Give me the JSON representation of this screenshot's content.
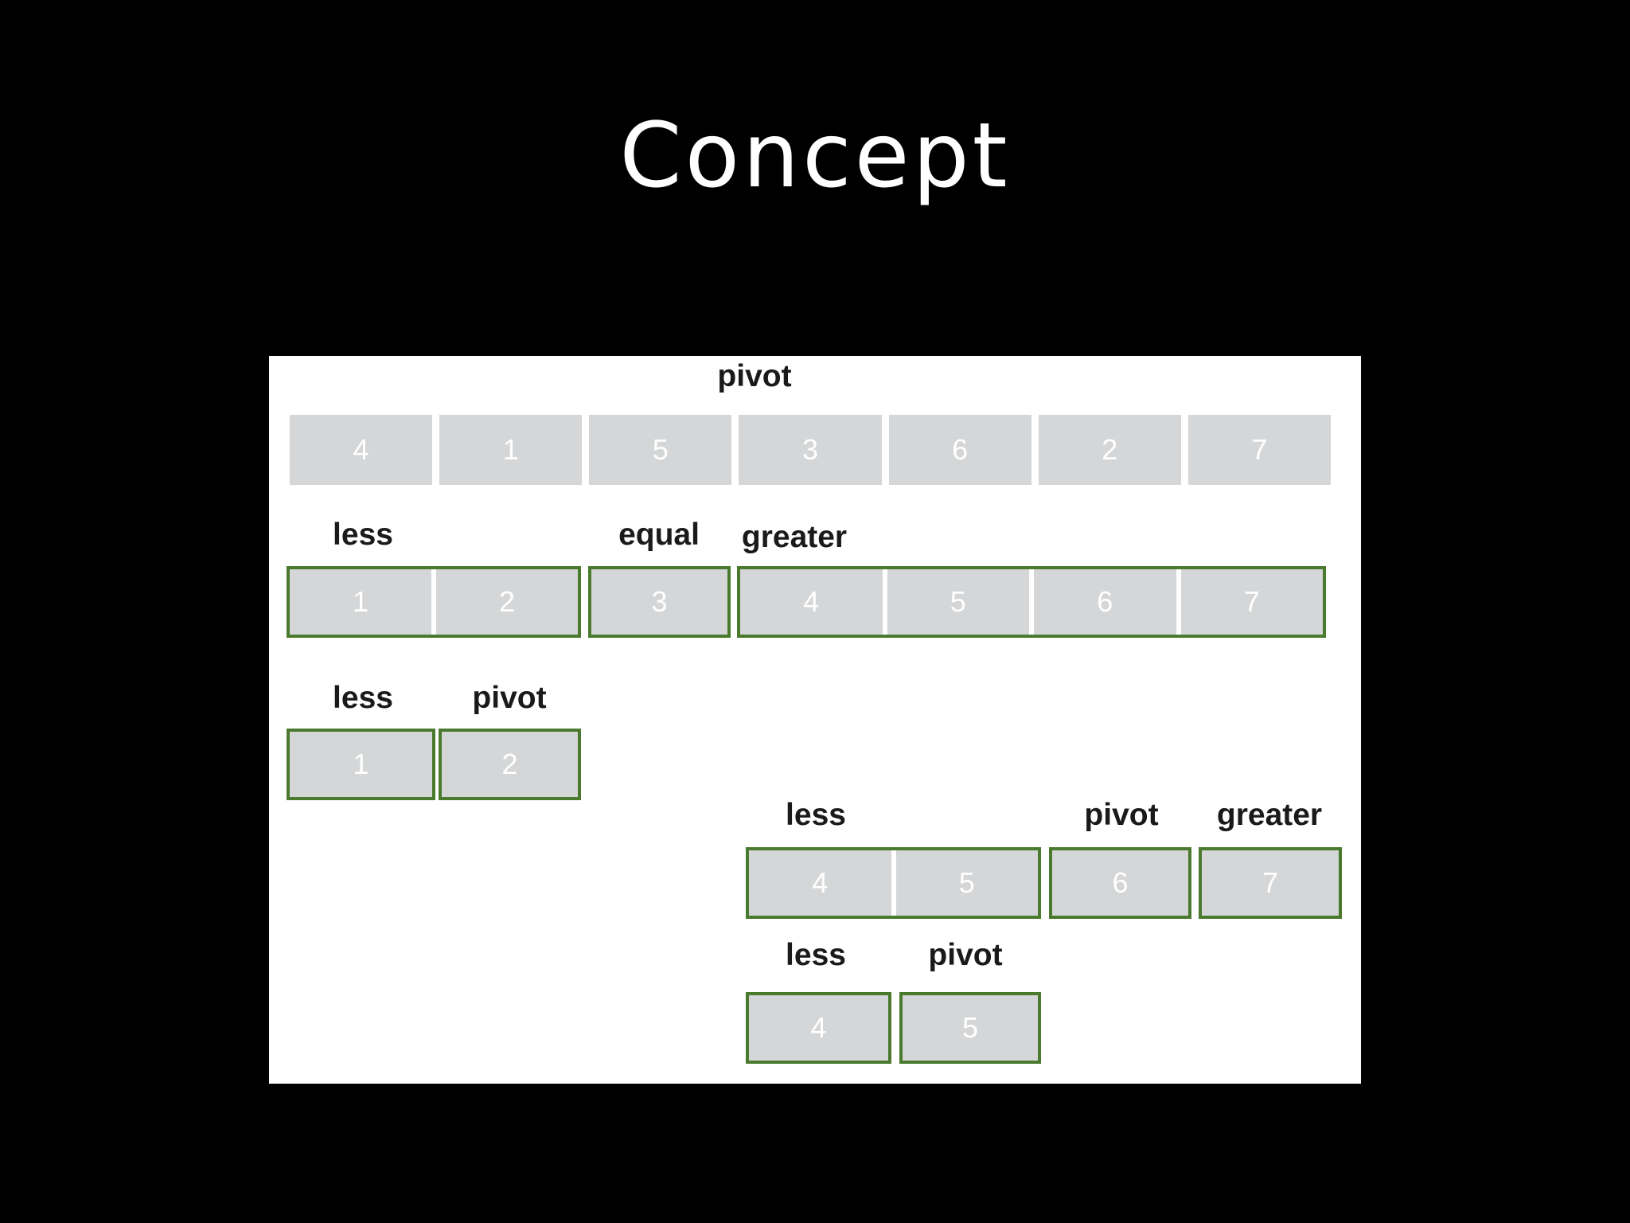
{
  "slide": {
    "title": "Concept"
  },
  "labels": {
    "pivot": "pivot",
    "less": "less",
    "equal": "equal",
    "greater": "greater"
  },
  "rows": {
    "initial": [
      "4",
      "1",
      "5",
      "3",
      "6",
      "2",
      "7"
    ],
    "split1": {
      "less": [
        "1",
        "2"
      ],
      "equal": [
        "3"
      ],
      "greater": [
        "4",
        "5",
        "6",
        "7"
      ]
    },
    "split2": {
      "less": [
        "1"
      ],
      "pivot": [
        "2"
      ]
    },
    "split3": {
      "less": [
        "4",
        "5"
      ],
      "pivot": [
        "6"
      ],
      "greater": [
        "7"
      ]
    },
    "split4": {
      "less": [
        "4"
      ],
      "pivot": [
        "5"
      ]
    }
  },
  "colors": {
    "background": "#000000",
    "panel": "#ffffff",
    "cell": "#d5d6d7",
    "outline": "#4a7a2e",
    "label": "#1a1a1a"
  }
}
